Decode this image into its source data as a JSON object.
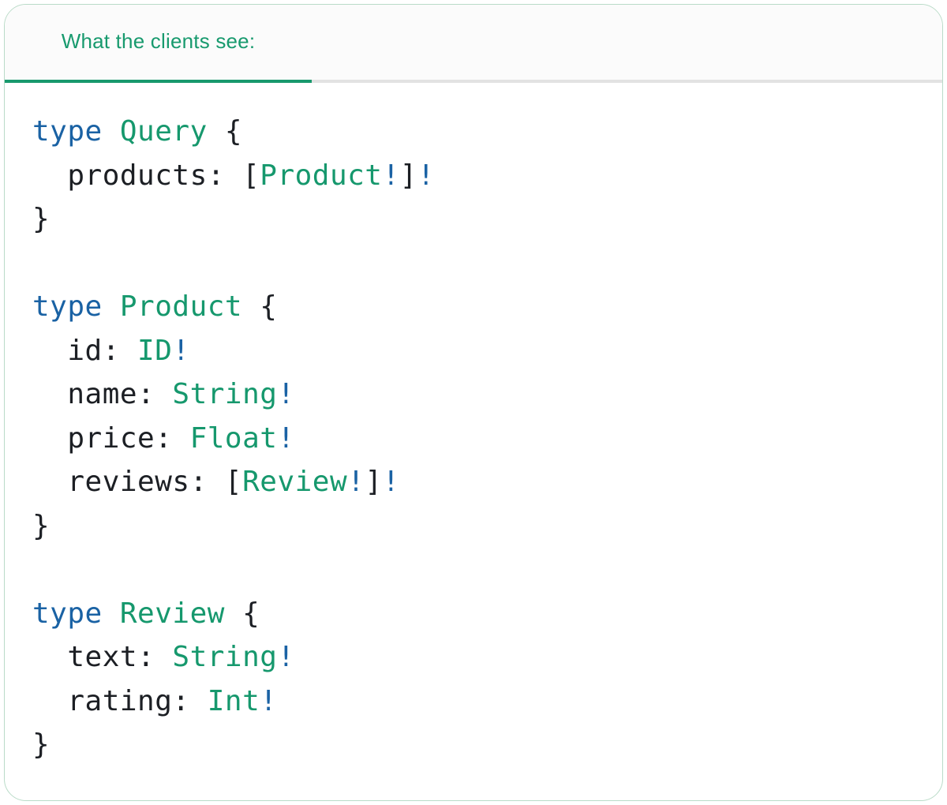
{
  "colors": {
    "tab_green": "#189a6e",
    "underline_green": "#18996d",
    "divider_gray": "#e2e2e2",
    "card_border": "#badbc8",
    "keyword_blue": "#1a62a4",
    "type_green": "#16986d",
    "code_ink": "#1c1f24"
  },
  "tab": {
    "label": "What the clients see:"
  },
  "code": {
    "language": "graphql",
    "lines": [
      [
        {
          "t": "type ",
          "c": "k"
        },
        {
          "t": "Query ",
          "c": "t"
        },
        {
          "t": "{",
          "c": "p"
        }
      ],
      [
        {
          "t": "  products: [",
          "c": "p"
        },
        {
          "t": "Product",
          "c": "t"
        },
        {
          "t": "!",
          "c": "b"
        },
        {
          "t": "]",
          "c": "p"
        },
        {
          "t": "!",
          "c": "b"
        }
      ],
      [
        {
          "t": "}",
          "c": "p"
        }
      ],
      [],
      [
        {
          "t": "type ",
          "c": "k"
        },
        {
          "t": "Product ",
          "c": "t"
        },
        {
          "t": "{",
          "c": "p"
        }
      ],
      [
        {
          "t": "  id: ",
          "c": "p"
        },
        {
          "t": "ID",
          "c": "t"
        },
        {
          "t": "!",
          "c": "b"
        }
      ],
      [
        {
          "t": "  name: ",
          "c": "p"
        },
        {
          "t": "String",
          "c": "t"
        },
        {
          "t": "!",
          "c": "b"
        }
      ],
      [
        {
          "t": "  price: ",
          "c": "p"
        },
        {
          "t": "Float",
          "c": "t"
        },
        {
          "t": "!",
          "c": "b"
        }
      ],
      [
        {
          "t": "  reviews: [",
          "c": "p"
        },
        {
          "t": "Review",
          "c": "t"
        },
        {
          "t": "!",
          "c": "b"
        },
        {
          "t": "]",
          "c": "p"
        },
        {
          "t": "!",
          "c": "b"
        }
      ],
      [
        {
          "t": "}",
          "c": "p"
        }
      ],
      [],
      [
        {
          "t": "type ",
          "c": "k"
        },
        {
          "t": "Review ",
          "c": "t"
        },
        {
          "t": "{",
          "c": "p"
        }
      ],
      [
        {
          "t": "  text: ",
          "c": "p"
        },
        {
          "t": "String",
          "c": "t"
        },
        {
          "t": "!",
          "c": "b"
        }
      ],
      [
        {
          "t": "  rating: ",
          "c": "p"
        },
        {
          "t": "Int",
          "c": "t"
        },
        {
          "t": "!",
          "c": "b"
        }
      ],
      [
        {
          "t": "}",
          "c": "p"
        }
      ]
    ]
  }
}
